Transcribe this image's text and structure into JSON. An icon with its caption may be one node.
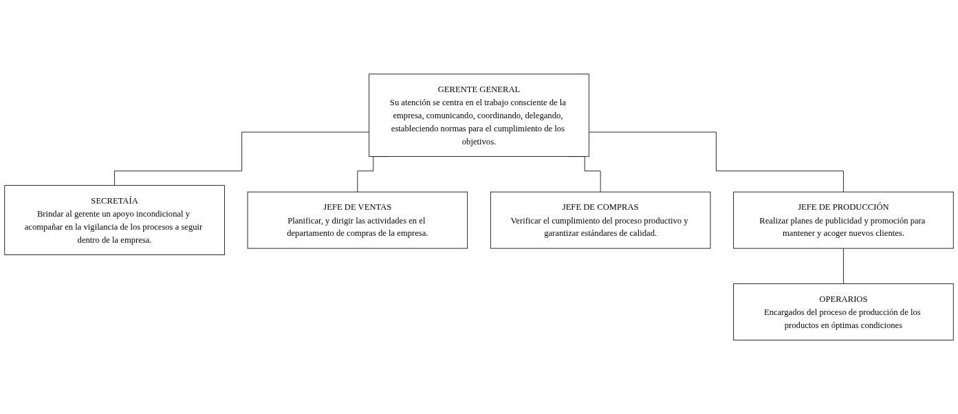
{
  "diagram": {
    "nodes": [
      {
        "text": [
          "GERENTE GENERAL",
          "Su atención se centra en el trabajo consciente de la empresa, comunicando, coordinando, delegando, estableciendo normas para el cumplimiento de los objetivos."
        ]
      },
      {
        "text": [
          "SECRETAÍA",
          "Brindar al gerente un apoyo incondicional y acompañar en la vigilancia de los procesos a seguir dentro de la empresa."
        ]
      },
      {
        "text": [
          "JEFE DE VENTAS",
          "Planificar, y dirigir las actividades en el departamento de compras de la empresa."
        ]
      },
      {
        "text": [
          "JEFE DE COMPRAS",
          "Verificar el cumplimiento del proceso productivo y garantizar estándares de calidad."
        ]
      },
      {
        "text": [
          "JEFE DE PRODUCCIÓN",
          "Realizar planes de publicidad y promoción para mantener y acoger nuevos clientes."
        ]
      },
      {
        "text": [
          "OPERARIOS",
          "Encargados del proceso de producción de los productos en óptimas condiciones"
        ]
      }
    ],
    "edges": [
      {
        "from": 0,
        "to": 2,
        "arrow": "none"
      },
      {
        "from": 0,
        "to": 3,
        "arrow": "none"
      },
      {
        "from": 0,
        "to": 1,
        "arrow": "none"
      },
      {
        "from": 0,
        "to": 4,
        "arrow": "none"
      },
      {
        "from": 4,
        "to": 5,
        "arrow": "none"
      }
    ]
  }
}
